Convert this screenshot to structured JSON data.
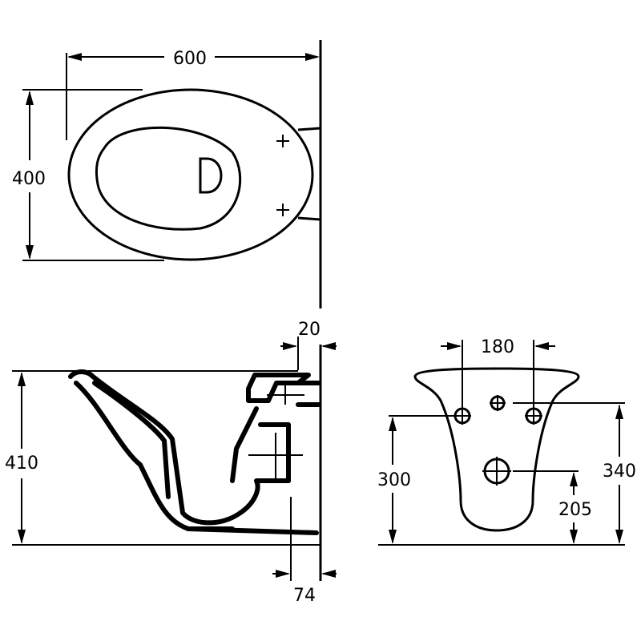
{
  "dimensions": {
    "top_width": "600",
    "top_height": "400",
    "wall_gap": "20",
    "side_height": "410",
    "side_depth": "74",
    "front_hole_spacing": "180",
    "front_height_300": "300",
    "front_height_340": "340",
    "front_height_205": "205"
  },
  "colors": {
    "line": "#000000",
    "background": "#ffffff"
  }
}
